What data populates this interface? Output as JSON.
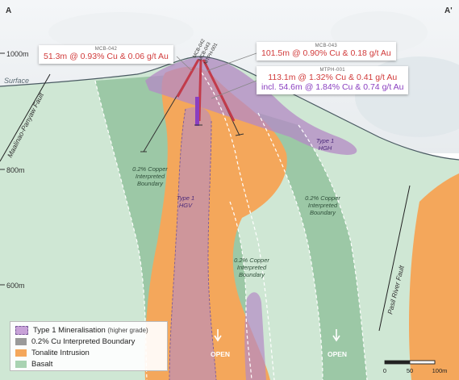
{
  "section": {
    "start": "A",
    "end": "A'"
  },
  "axis": {
    "elev_1000": "1000m",
    "elev_800": "800m",
    "elev_600": "600m"
  },
  "labels": {
    "surface": "Surface",
    "fault_west": "Maalinao-Panyaw Fault",
    "fault_east": "Pasil River Fault",
    "boundary_line1": "0.2% Copper",
    "boundary_line2": "Interpreted",
    "boundary_line3": "Boundary",
    "type1": "Type 1",
    "hgv": "HGV",
    "hgh": "HGH",
    "open": "OPEN"
  },
  "holes": {
    "h1": "MCB-042",
    "h2": "MCB-043",
    "h3": "MTPH-001"
  },
  "callouts": [
    {
      "hole": "MCB-042",
      "result": "51.3m @ 0.93% Cu & 0.06 g/t Au"
    },
    {
      "hole": "MCB-043",
      "result": "101.5m @ 0.90% Cu & 0.18 g/t Au"
    },
    {
      "hole": "MTPH-001",
      "result": "113.1m @ 1.32% Cu & 0.41 g/t Au",
      "incl": "incl. 54.6m @ 1.84% Cu & 0.74 g/t Au"
    }
  ],
  "legend": {
    "items": [
      {
        "label": "Type 1 Mineralisation",
        "note": "(higher grade)",
        "color": "#c8a2d8"
      },
      {
        "label": "0.2% Cu Interpreted Boundary",
        "color": "#9a9a9a"
      },
      {
        "label": "Tonalite Intrusion",
        "color": "#f4a75b"
      },
      {
        "label": "Basalt",
        "color": "#a9d3b2"
      }
    ]
  },
  "scale": {
    "s0": "0",
    "s50": "50",
    "s100": "100m"
  },
  "colors": {
    "basalt": "#cfe7d4",
    "halo": "#9cc8a6",
    "tonalite": "#f4a75b",
    "mineralisation": "#b48ac6",
    "drill_highlight": "#c23b4b",
    "callout_red": "#d13a3a",
    "callout_purple": "#8a3fc0"
  }
}
